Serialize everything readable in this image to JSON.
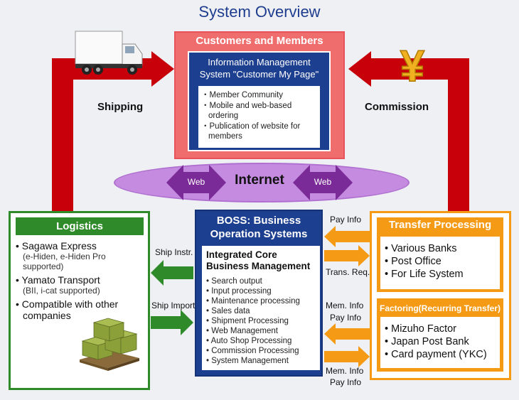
{
  "title": "System Overview",
  "customers": {
    "title": "Customers and Members",
    "info_title_line1": "Information Management",
    "info_title_line2": "System \"Customer My Page\"",
    "items": [
      "Member Community",
      "Mobile and web-based ordering",
      "Publication of website for members"
    ]
  },
  "flows": {
    "shipping": "Shipping",
    "commission": "Commission",
    "ship_instr": "Ship Instr.",
    "ship_import": "Ship Import",
    "pay_info_top": "Pay Info",
    "trans_req": "Trans. Req.",
    "mem_info_1": "Mem. Info",
    "pay_info_mid": "Pay Info",
    "mem_info_2": "Mem. Info",
    "pay_info_bottom": "Pay Info"
  },
  "internet": {
    "label": "Internet",
    "web_left": "Web",
    "web_right": "Web"
  },
  "logistics": {
    "title": "Logistics",
    "item1": "Sagawa Express",
    "item1_sub1": "(e-Hiden, e-Hiden Pro",
    "item1_sub2": "supported)",
    "item2": "Yamato Transport",
    "item2_sub": "(BII, i-cat supported)",
    "item3_line1": "Compatible with other",
    "item3_line2": "companies"
  },
  "boss": {
    "title_line1": "BOSS: Business",
    "title_line2": "Operation Systems",
    "core_title_line1": "Integrated Core",
    "core_title_line2": "Business Management",
    "items": [
      "Search output",
      "Input processing",
      "Maintenance processing",
      "Sales data",
      "Shipment Processing",
      "Web Management",
      "Auto Shop Processing",
      "Commission Processing",
      "System Management"
    ]
  },
  "transfer": {
    "title": "Transfer Processing",
    "items": [
      "Various Banks",
      "Post Office",
      "For Life System"
    ]
  },
  "factoring": {
    "title": "Factoring(Recurring Transfer)",
    "items": [
      "Mizuho Factor",
      "Japan Post Bank",
      "Card payment (YKC)"
    ]
  },
  "colors": {
    "red": "#c8000a",
    "blue": "#1d3f8f",
    "green": "#2f8a2a",
    "orange": "#f59a14",
    "pink": "#f06d6d",
    "purple": "#c58be0"
  }
}
